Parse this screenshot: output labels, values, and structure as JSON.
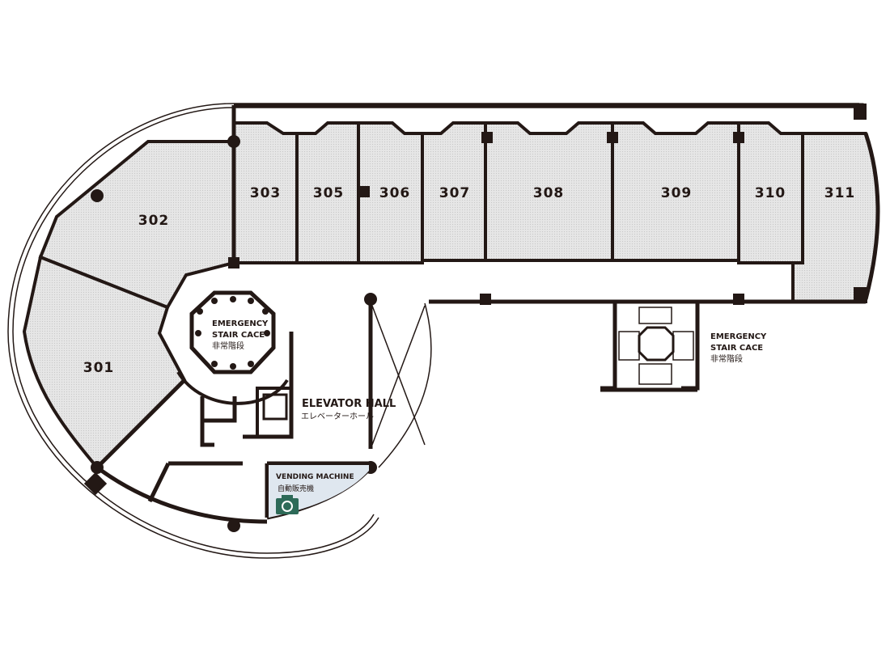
{
  "title": "Floor 3 plan",
  "rooms": [
    {
      "id": "301",
      "label": "301"
    },
    {
      "id": "302",
      "label": "302"
    },
    {
      "id": "303",
      "label": "303"
    },
    {
      "id": "305",
      "label": "305"
    },
    {
      "id": "306",
      "label": "306"
    },
    {
      "id": "307",
      "label": "307"
    },
    {
      "id": "308",
      "label": "308"
    },
    {
      "id": "309",
      "label": "309"
    },
    {
      "id": "310",
      "label": "310"
    },
    {
      "id": "311",
      "label": "311"
    }
  ],
  "areas": {
    "stair_center": {
      "en1": "EMERGENCY",
      "en2": "STAIR CACE",
      "jp": "非常階段"
    },
    "stair_east": {
      "en1": "EMERGENCY",
      "en2": "STAIR CACE",
      "jp": "非常階段"
    },
    "elevator_hall": {
      "en": "ELEVATOR HALL",
      "jp": "エレベーターホール"
    },
    "vending": {
      "en": "VENDING MACHINE",
      "jp": "自動販売機",
      "icon": "camera-icon"
    }
  },
  "colors": {
    "wall": "#231815",
    "room": "#e4e4e4",
    "vending": "#dfe7ef",
    "camera": "#2d6a58"
  }
}
